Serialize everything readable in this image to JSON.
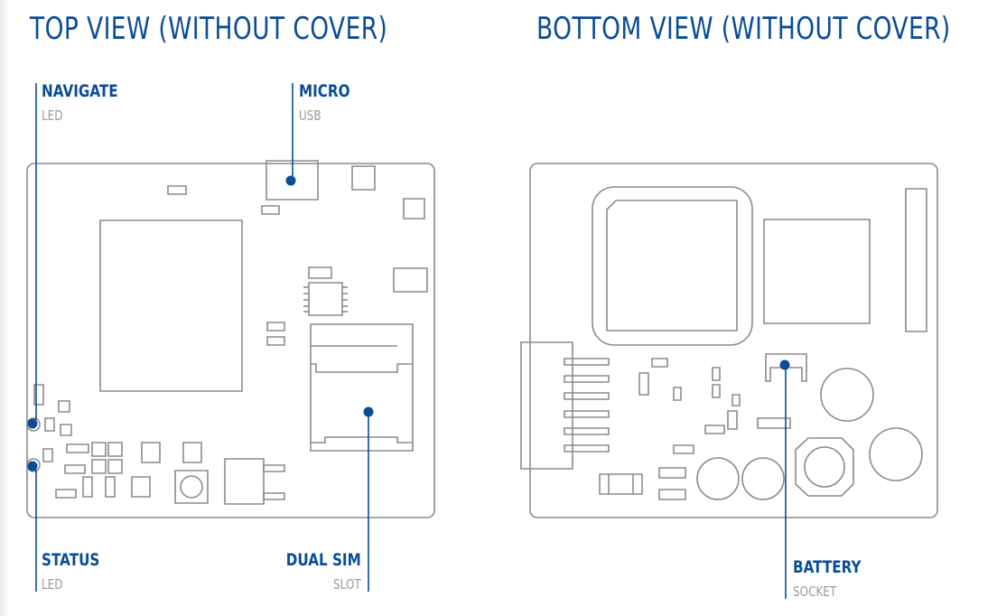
{
  "headings": {
    "top_view": "TOP VIEW (WITHOUT COVER)",
    "bottom_view": "BOTTOM VIEW (WITHOUT COVER)"
  },
  "callouts": {
    "navigate": {
      "title": "NAVIGATE",
      "subtitle": "LED"
    },
    "micro_usb": {
      "title": "MICRO",
      "subtitle": "USB"
    },
    "status": {
      "title": "STATUS",
      "subtitle": "LED"
    },
    "dual_sim": {
      "title": "DUAL SIM",
      "subtitle": "SLOT"
    },
    "battery": {
      "title": "BATTERY",
      "subtitle": "SOCKET"
    }
  },
  "colors": {
    "accent": "#0a4d96",
    "outline": "#8c8c8c",
    "sub_label": "#9a9a9a",
    "background": "#ffffff"
  }
}
